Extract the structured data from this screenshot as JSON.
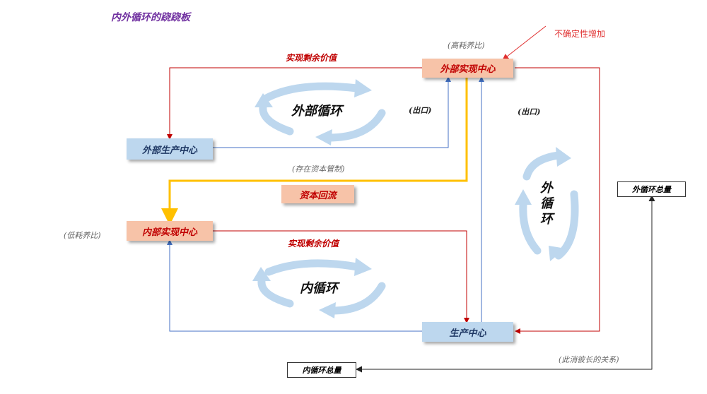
{
  "title": "内外循环的跷跷板",
  "callout": "不确定性增加",
  "notes": {
    "high_ratio": "(高耗养比)",
    "low_ratio": "(低耗养比)",
    "outlet_left": "(出口)",
    "outlet_right": "(出口)",
    "capital_control": "(存在资本管制)",
    "tradeoff": "(此消彼长的关系)"
  },
  "flows": {
    "surplus_top": "实现剩余价值",
    "surplus_bottom": "实现剩余价值",
    "capital_return": "资本回流"
  },
  "nodes": {
    "external_realization": "外部实现中心",
    "external_production": "外部生产中心",
    "internal_realization": "内部实现中心",
    "production": "生产中心",
    "external_total": "外循环总量",
    "internal_total": "内循环总量"
  },
  "cycles": {
    "external": "外部循环",
    "internal": "内循环",
    "vertical_1": "外",
    "vertical_2": "循",
    "vertical_3": "环"
  },
  "colors": {
    "red_line": "#c00000",
    "blue_line": "#4472c4",
    "gold_line": "#ffc000",
    "cycle_arrow": "#bdd7ee",
    "orange_box": "#f7c3a8",
    "blue_box": "#bdd7ee"
  }
}
